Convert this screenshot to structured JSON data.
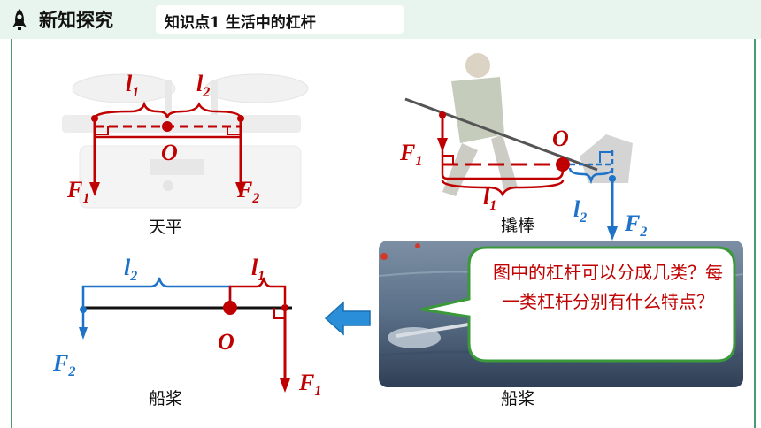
{
  "header": {
    "section_title": "新知探究",
    "topic": "知识点1  生活中的杠杆"
  },
  "balance": {
    "caption": "天平"
  },
  "crowbar": {
    "caption": "撬棒"
  },
  "oar_photo": {
    "caption": "船桨"
  },
  "oar_diagram": {
    "caption": "船桨"
  },
  "labels": {
    "o": "O",
    "f": "F",
    "l": "l",
    "one": "1",
    "two": "2"
  },
  "bubble": {
    "text": "图中的杠杆可以分成几类？每一类杠杆分别有什么特点？"
  },
  "colors": {
    "red": "#c00000",
    "blue": "#1e73c8",
    "header_bg": "#e8f4ee",
    "bubble_border": "#3a9a3a",
    "arrow": "#2a8fd8"
  }
}
